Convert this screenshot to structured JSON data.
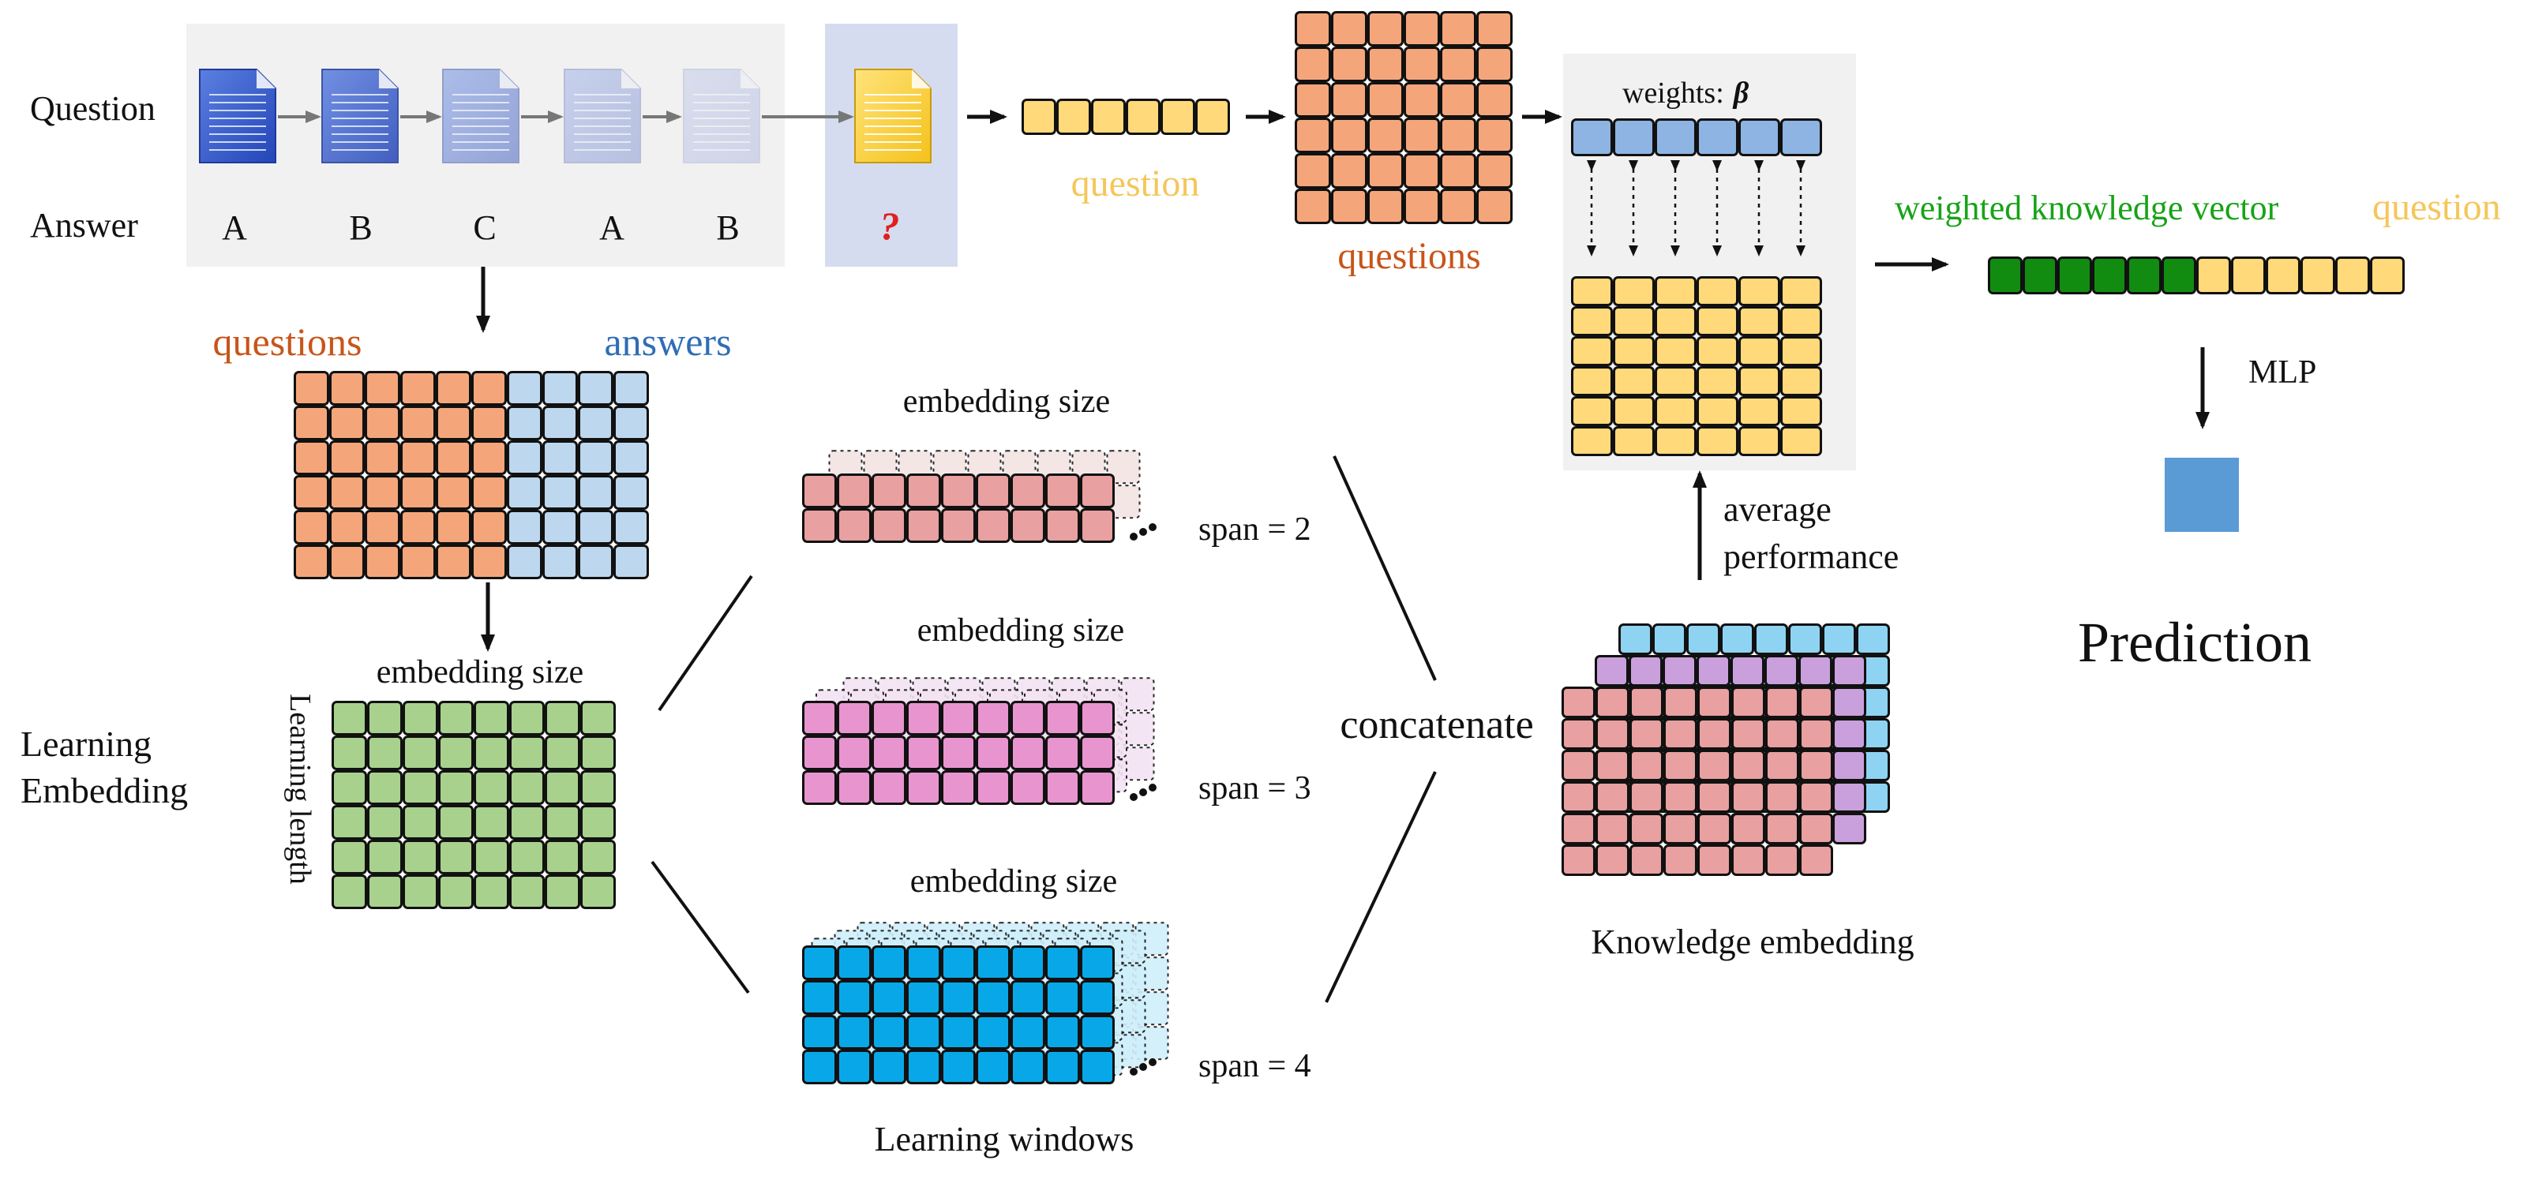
{
  "row_labels": {
    "question": "Question",
    "answer": "Answer"
  },
  "answers": [
    "A",
    "B",
    "C",
    "A",
    "B"
  ],
  "unknown_answer": "?",
  "question_label": "question",
  "questions_label": "questions",
  "answers_label": "answers",
  "weights_label": "weights:",
  "beta_symbol": "β",
  "weighted_vector_label": "weighted knowledge vector",
  "question_label_right": "question",
  "mlp_label": "MLP",
  "prediction_label": "Prediction",
  "average_performance": [
    "average",
    "performance"
  ],
  "learning_embedding": [
    "Learning",
    "Embedding"
  ],
  "embedding_size_label": "embedding size",
  "learning_length_label": "Learning length",
  "windows": [
    {
      "span_label": "span = 2",
      "size_label": "embedding size"
    },
    {
      "span_label": "span = 3",
      "size_label": "embedding size"
    },
    {
      "span_label": "span = 4",
      "size_label": "embedding size"
    }
  ],
  "learning_windows_label": "Learning windows",
  "concatenate_label": "concatenate",
  "knowledge_embedding_label": "Knowledge embedding",
  "colors": {
    "orange": "#F4A67A",
    "orange_text": "#C8551A",
    "blue_light": "#BDD7EE",
    "blue_text": "#2F6DB5",
    "yellow": "#FFD97A",
    "yellow_text": "#F5C65A",
    "green": "#A9D18E",
    "dark_green": "#118C11",
    "green_text": "#17A317",
    "pink_red": "#E8A0A0",
    "pink": "#E895CF",
    "cyan": "#08A8E8",
    "light_cyan": "#8ED4F2",
    "purple": "#C9A0DC",
    "weight_blue": "#8DB4E2",
    "pred_blue": "#5B9BD5",
    "red": "#E02020"
  }
}
